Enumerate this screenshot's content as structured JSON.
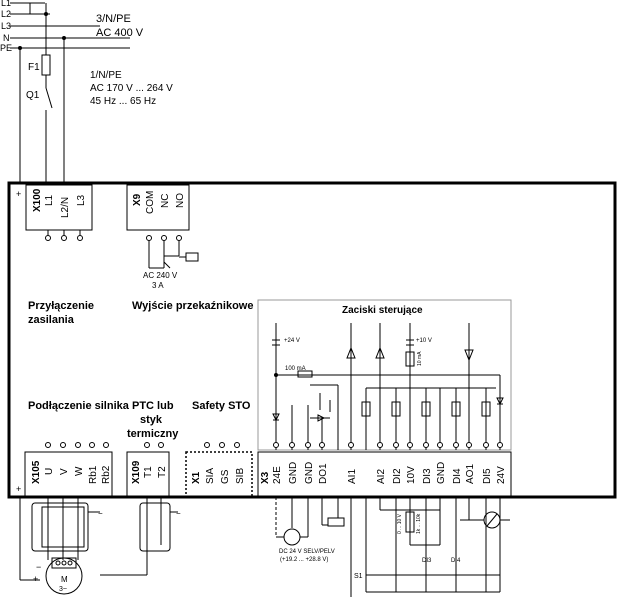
{
  "supply": {
    "lines": [
      "L1",
      "L2",
      "L3",
      "N",
      "PE"
    ],
    "three_phase_label": "3/N/PE",
    "three_phase_voltage": "AC 400 V",
    "fuse_label": "F1",
    "switch_label": "Q1",
    "single_phase_label": "1/N/PE",
    "single_phase_voltage": "AC 170 V ... 264 V",
    "single_phase_freq": "45 Hz ... 65 Hz"
  },
  "blocks": {
    "x100": {
      "title": "X100",
      "pins": [
        "L1",
        "L2/N",
        "L3"
      ]
    },
    "x9": {
      "title": "X9",
      "pins": [
        "COM",
        "NC",
        "NO"
      ]
    },
    "x105": {
      "title": "X105",
      "pins": [
        "U",
        "V",
        "W",
        "Rb1",
        "Rb2"
      ]
    },
    "x109": {
      "title": "X109",
      "pins": [
        "T1",
        "T2"
      ]
    },
    "x1": {
      "title": "X1",
      "pins": [
        "SIA",
        "GS",
        "SIB"
      ]
    },
    "x3": {
      "title": "X3",
      "pins": [
        "24E",
        "GND",
        "GND",
        "DO1",
        "AI1",
        "AI2",
        "DI2",
        "10V",
        "DI3",
        "GND",
        "DI4",
        "AO1",
        "DI5",
        "24V"
      ]
    }
  },
  "relay": {
    "voltage": "AC 240 V",
    "current": "3 A"
  },
  "sections": {
    "power": "Przyłączenie zasilania",
    "relay": "Wyjście przekaźnikowe",
    "control": "Zaciski sterujące",
    "motor": "Podłączenie silnika",
    "ptc": "PTC lub styk termiczny",
    "sto": "Safety STO"
  },
  "internal": {
    "plus24": "+24 V",
    "ma100": "100 mA",
    "plus10": "+10 V",
    "ma10": "10 mA"
  },
  "external": {
    "dc_supply": "DC 24 V SELV/PELV",
    "dc_range": "(+19.2 ... +28.8 V)",
    "pot_v": "0 ... 10 V",
    "pot_r": "1k ... 10k",
    "s1": "S1",
    "di3": "DI3",
    "di4": "DI4"
  },
  "motor": {
    "label": "M",
    "phase": "3~"
  },
  "symbols": {
    "plus": "+",
    "minus": "−",
    "plus_small": "+",
    "minus_small": "−"
  }
}
